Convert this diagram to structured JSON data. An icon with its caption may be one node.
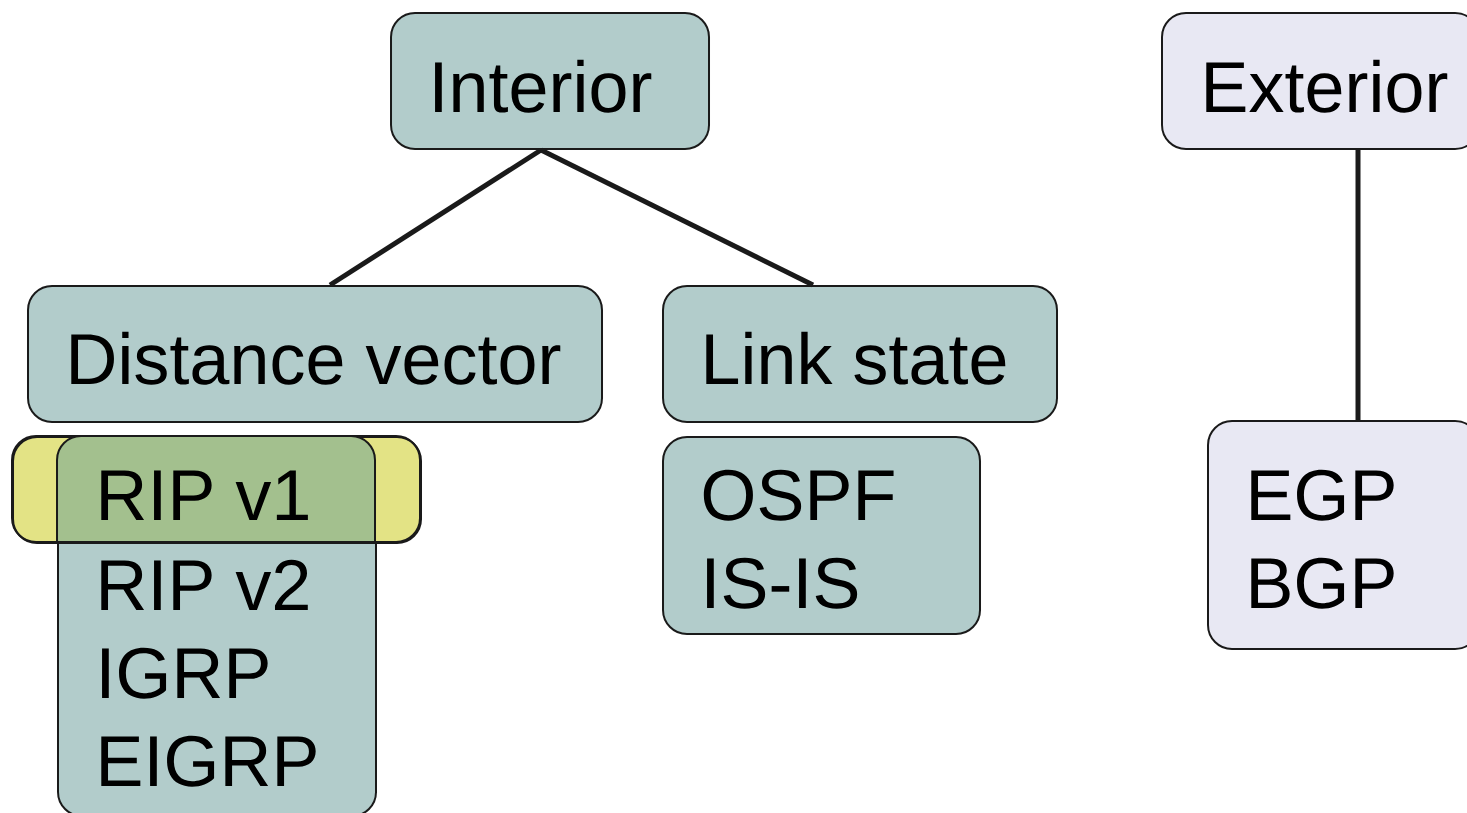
{
  "diagram": {
    "nodes": [
      {
        "text": [
          "Interior"
        ]
      },
      {
        "text": [
          "Exterior"
        ]
      },
      {
        "text": [
          "Distance vector"
        ]
      },
      {
        "text": [
          "Link state"
        ]
      },
      {
        "text": [
          "RIP v1"
        ]
      },
      {
        "text": [
          "RIP v2",
          "IGRP",
          "EIGRP"
        ]
      },
      {
        "text": [
          "OSPF",
          "IS-IS"
        ]
      },
      {
        "text": [
          "EGP",
          "BGP"
        ]
      }
    ],
    "edges": [
      {
        "from": 0,
        "to": 2,
        "arrow": "none"
      },
      {
        "from": 0,
        "to": 3,
        "arrow": "none"
      },
      {
        "from": 1,
        "to": 7,
        "arrow": "none"
      }
    ]
  }
}
